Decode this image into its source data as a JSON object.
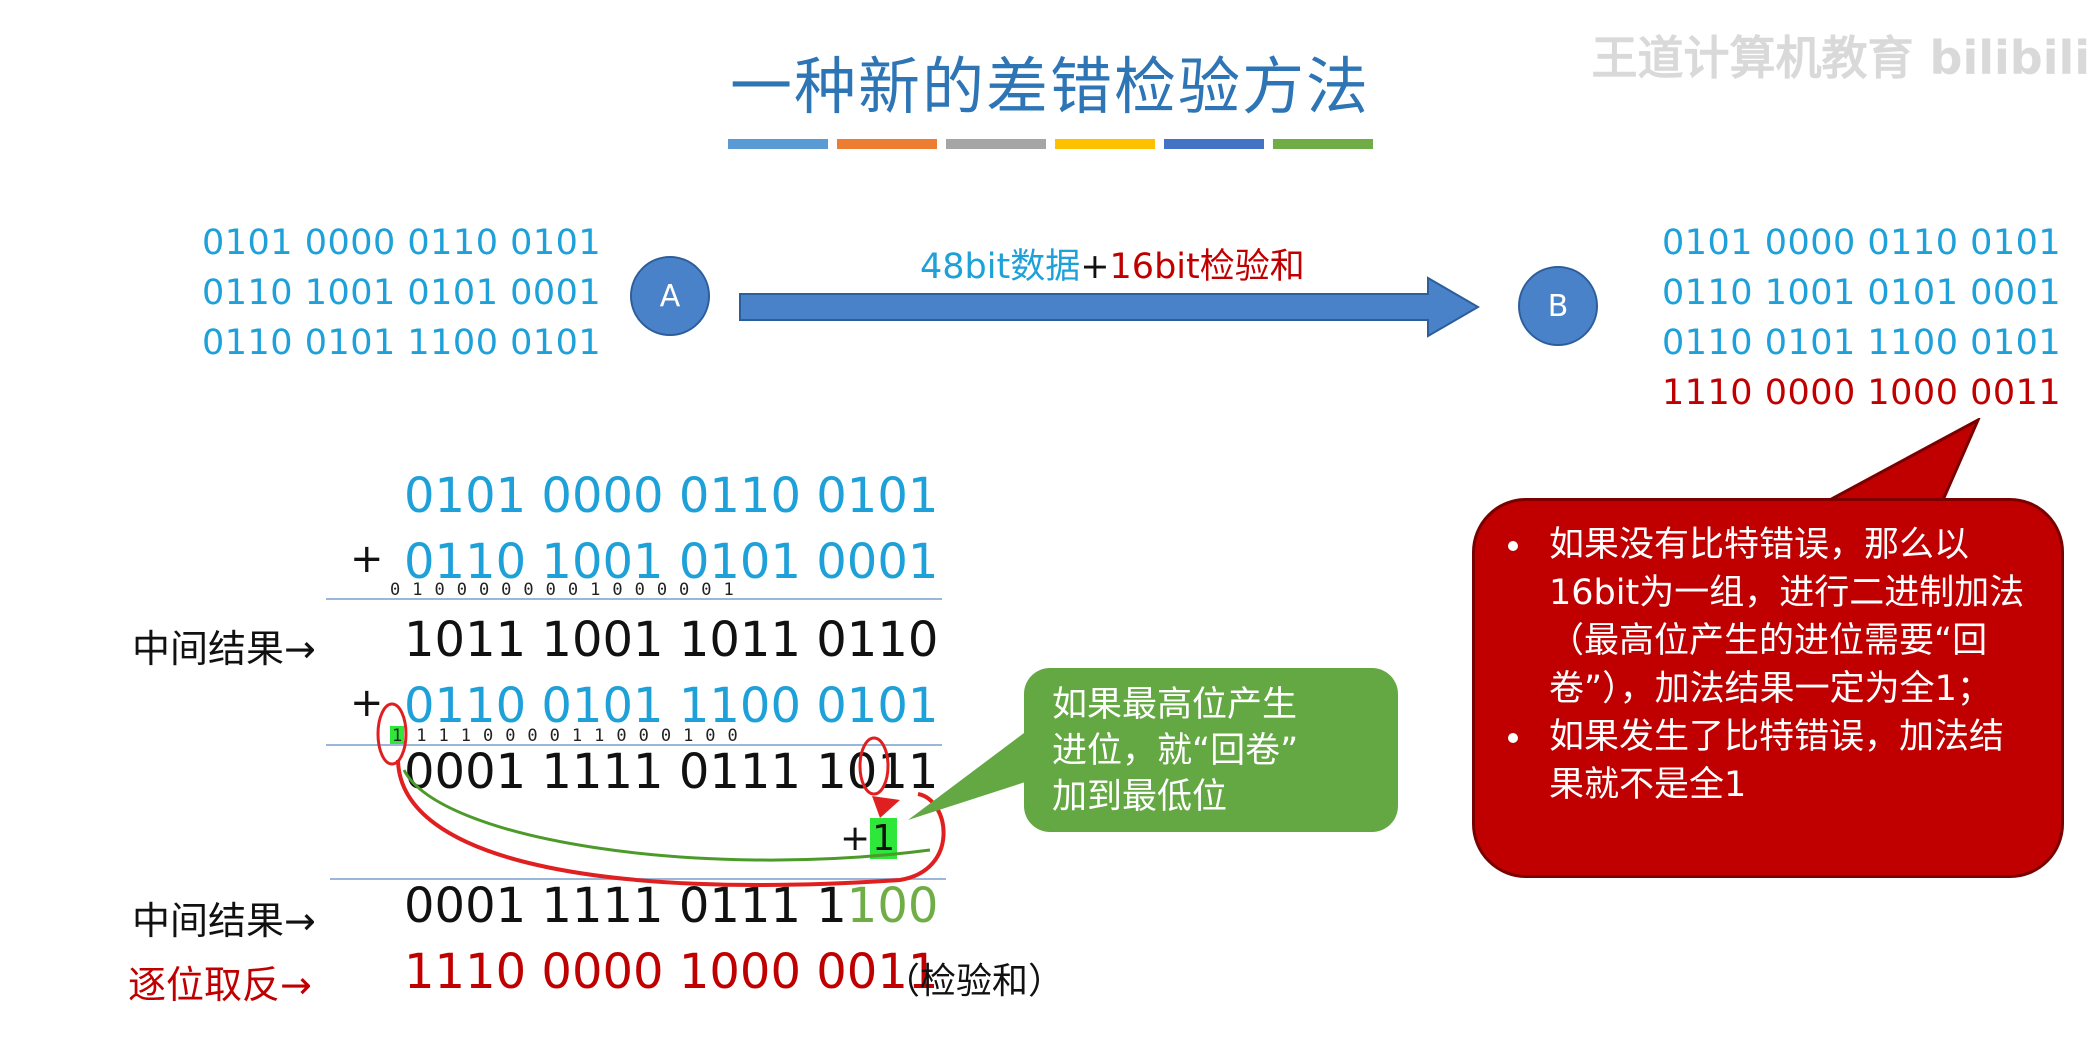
{
  "slide": {
    "title": "一种新的差错检验方法",
    "accent_bars": [
      "#5b9bd5",
      "#ed7d31",
      "#a5a5a5",
      "#ffc000",
      "#4472c4",
      "#70ad47"
    ],
    "watermark": "王道计算机教育 bilibili"
  },
  "sender": {
    "node_label": "A",
    "data_lines": [
      "0101 0000 0110 0101",
      "0110 1001 0101 0001",
      "0110 0101 1100 0101"
    ]
  },
  "transfer": {
    "label_data_part": "48bit数据",
    "label_plus": "+",
    "label_check_part": "16bit检验和"
  },
  "receiver": {
    "node_label": "B",
    "data_lines": [
      "0101 0000 0110 0101",
      "0110 1001 0101 0001",
      "0110 0101 1100 0101"
    ],
    "checksum_line": "1110 0000 1000 0011"
  },
  "calculation": {
    "operand1": "0101 0000 0110 0101",
    "plus_sign": "+",
    "operand2": "0110 1001 0101 0001",
    "carry_row1": "0100000001000001",
    "intermediate_label1": "中间结果→",
    "intermediate1": "1011 1001 1011 0110",
    "operand3": "0110 0101 1100 0101",
    "carry_row2_first": "1",
    "carry_row2_rest": "111000011000100",
    "result_raw": "0001 1111 0111 1011",
    "wrap_plus": "+",
    "wrap_one": "1",
    "intermediate_label2": "中间结果→",
    "intermediate2_black": "0001 1111 0111 1",
    "intermediate2_green": "100",
    "complement_label": "逐位取反→",
    "checksum": "1110 0000 1000 0011",
    "checksum_note": "（检验和）"
  },
  "callout_wraparound": {
    "lines": [
      "如果最高位产生",
      "进位，就“回卷”",
      "加到最低位"
    ]
  },
  "callout_verification": {
    "bullets": [
      "如果没有比特错误，那么以16bit为一组，进行二进制加法（最高位产生的进位需要“回卷”），加法结果一定为全1；",
      "如果发生了比特错误，加法结果就不是全1"
    ]
  },
  "colors": {
    "data_blue": "#1ea0d8",
    "checksum_red": "#c00000",
    "title_blue": "#2e75b6",
    "node_fill": "#4a82c9",
    "callout_green": "#63a842",
    "highlight_green": "#2fe63a"
  }
}
